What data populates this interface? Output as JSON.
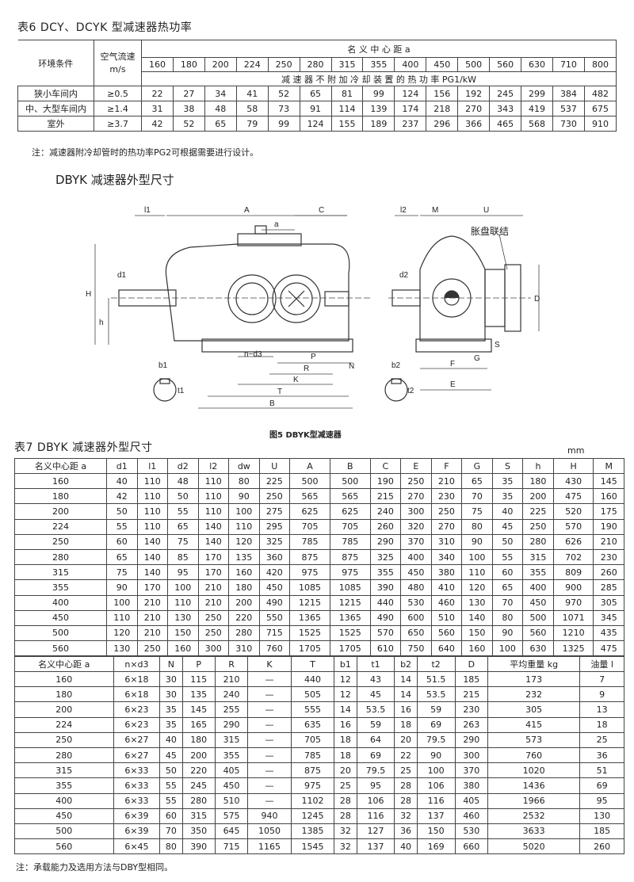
{
  "table6": {
    "title": "表6  DCY、DCYK 型减速器热功率",
    "h_env": "环境条件",
    "h_air": "空气流速",
    "h_air_unit": "m/s",
    "h_center": "名 义 中 心 距 a",
    "h_power": "减 速 器 不 附 加 冷 却 装 置 的 热 功 率 PG1/kW",
    "centers": [
      "160",
      "180",
      "200",
      "224",
      "250",
      "280",
      "315",
      "355",
      "400",
      "450",
      "500",
      "560",
      "630",
      "710",
      "800"
    ],
    "rows": [
      {
        "env": "狭小车间内",
        "air": "≥0.5",
        "vals": [
          "22",
          "27",
          "34",
          "41",
          "52",
          "65",
          "81",
          "99",
          "124",
          "156",
          "192",
          "245",
          "299",
          "384",
          "482"
        ]
      },
      {
        "env": "中、大型车间内",
        "air": "≥1.4",
        "vals": [
          "31",
          "38",
          "48",
          "58",
          "73",
          "91",
          "114",
          "139",
          "174",
          "218",
          "270",
          "343",
          "419",
          "537",
          "675"
        ]
      },
      {
        "env": "室外",
        "air": "≥3.7",
        "vals": [
          "42",
          "52",
          "65",
          "79",
          "99",
          "124",
          "155",
          "189",
          "237",
          "296",
          "366",
          "465",
          "568",
          "730",
          "910"
        ]
      }
    ],
    "note": "注：减速器附冷却管时的热功率PG2可根据需要进行设计。"
  },
  "section_title": "DBYK 减速器外型尺寸",
  "figure": {
    "caption": "图5   DBYK型减速器",
    "callout": "胀盘联结",
    "labels": {
      "l1": "l1",
      "A": "A",
      "C": "C",
      "a": "a",
      "H": "H",
      "h": "h",
      "d1": "d1",
      "nd3": "n−d3",
      "P": "P",
      "R": "R",
      "K": "K",
      "T": "T",
      "B": "B",
      "N": "N",
      "b1": "b1",
      "t1": "t1",
      "l2": "l2",
      "M": "M",
      "U": "U",
      "d2": "d2",
      "D": "D",
      "S": "S",
      "G": "G",
      "F": "F",
      "E": "E",
      "b2": "b2",
      "t2": "t2"
    }
  },
  "table7": {
    "title": "表7  DBYK 减速器外型尺寸",
    "unit": "mm",
    "headers1": [
      "名义中心距 a",
      "d1",
      "l1",
      "d2",
      "l2",
      "dw",
      "U",
      "A",
      "B",
      "C",
      "E",
      "F",
      "G",
      "S",
      "h",
      "H",
      "M"
    ],
    "rows1": [
      [
        "160",
        "40",
        "110",
        "48",
        "110",
        "80",
        "225",
        "500",
        "500",
        "190",
        "250",
        "210",
        "65",
        "35",
        "180",
        "430",
        "145"
      ],
      [
        "180",
        "42",
        "110",
        "50",
        "110",
        "90",
        "250",
        "565",
        "565",
        "215",
        "270",
        "230",
        "70",
        "35",
        "200",
        "475",
        "160"
      ],
      [
        "200",
        "50",
        "110",
        "55",
        "110",
        "100",
        "275",
        "625",
        "625",
        "240",
        "300",
        "250",
        "75",
        "40",
        "225",
        "520",
        "175"
      ],
      [
        "224",
        "55",
        "110",
        "65",
        "140",
        "110",
        "295",
        "705",
        "705",
        "260",
        "320",
        "270",
        "80",
        "45",
        "250",
        "570",
        "190"
      ],
      [
        "250",
        "60",
        "140",
        "75",
        "140",
        "120",
        "325",
        "785",
        "785",
        "290",
        "370",
        "310",
        "90",
        "50",
        "280",
        "626",
        "210"
      ],
      [
        "280",
        "65",
        "140",
        "85",
        "170",
        "135",
        "360",
        "875",
        "875",
        "325",
        "400",
        "340",
        "100",
        "55",
        "315",
        "702",
        "230"
      ],
      [
        "315",
        "75",
        "140",
        "95",
        "170",
        "160",
        "420",
        "975",
        "975",
        "355",
        "450",
        "380",
        "110",
        "60",
        "355",
        "809",
        "260"
      ],
      [
        "355",
        "90",
        "170",
        "100",
        "210",
        "180",
        "450",
        "1085",
        "1085",
        "390",
        "480",
        "410",
        "120",
        "65",
        "400",
        "900",
        "285"
      ],
      [
        "400",
        "100",
        "210",
        "110",
        "210",
        "200",
        "490",
        "1215",
        "1215",
        "440",
        "530",
        "460",
        "130",
        "70",
        "450",
        "970",
        "305"
      ],
      [
        "450",
        "110",
        "210",
        "130",
        "250",
        "220",
        "550",
        "1365",
        "1365",
        "490",
        "600",
        "510",
        "140",
        "80",
        "500",
        "1071",
        "345"
      ],
      [
        "500",
        "120",
        "210",
        "150",
        "250",
        "280",
        "715",
        "1525",
        "1525",
        "570",
        "650",
        "560",
        "150",
        "90",
        "560",
        "1210",
        "435"
      ],
      [
        "560",
        "130",
        "250",
        "160",
        "300",
        "310",
        "760",
        "1705",
        "1705",
        "610",
        "750",
        "640",
        "160",
        "100",
        "630",
        "1325",
        "475"
      ]
    ],
    "headers2": [
      "名义中心距 a",
      "n×d3",
      "N",
      "P",
      "R",
      "K",
      "T",
      "b1",
      "t1",
      "b2",
      "t2",
      "D",
      "平均重量 kg",
      "油量 l"
    ],
    "rows2": [
      [
        "160",
        "6×18",
        "30",
        "115",
        "210",
        "—",
        "440",
        "12",
        "43",
        "14",
        "51.5",
        "185",
        "173",
        "7"
      ],
      [
        "180",
        "6×18",
        "30",
        "135",
        "240",
        "—",
        "505",
        "12",
        "45",
        "14",
        "53.5",
        "215",
        "232",
        "9"
      ],
      [
        "200",
        "6×23",
        "35",
        "145",
        "255",
        "—",
        "555",
        "14",
        "53.5",
        "16",
        "59",
        "230",
        "305",
        "13"
      ],
      [
        "224",
        "6×23",
        "35",
        "165",
        "290",
        "—",
        "635",
        "16",
        "59",
        "18",
        "69",
        "263",
        "415",
        "18"
      ],
      [
        "250",
        "6×27",
        "40",
        "180",
        "315",
        "—",
        "705",
        "18",
        "64",
        "20",
        "79.5",
        "290",
        "573",
        "25"
      ],
      [
        "280",
        "6×27",
        "45",
        "200",
        "355",
        "—",
        "785",
        "18",
        "69",
        "22",
        "90",
        "300",
        "760",
        "36"
      ],
      [
        "315",
        "6×33",
        "50",
        "220",
        "405",
        "—",
        "875",
        "20",
        "79.5",
        "25",
        "100",
        "370",
        "1020",
        "51"
      ],
      [
        "355",
        "6×33",
        "55",
        "245",
        "450",
        "—",
        "975",
        "25",
        "95",
        "28",
        "106",
        "380",
        "1436",
        "69"
      ],
      [
        "400",
        "6×33",
        "55",
        "280",
        "510",
        "—",
        "1102",
        "28",
        "106",
        "28",
        "116",
        "405",
        "1966",
        "95"
      ],
      [
        "450",
        "6×39",
        "60",
        "315",
        "575",
        "940",
        "1245",
        "28",
        "116",
        "32",
        "137",
        "460",
        "2532",
        "130"
      ],
      [
        "500",
        "6×39",
        "70",
        "350",
        "645",
        "1050",
        "1385",
        "32",
        "127",
        "36",
        "150",
        "530",
        "3633",
        "185"
      ],
      [
        "560",
        "6×45",
        "80",
        "390",
        "715",
        "1165",
        "1545",
        "32",
        "137",
        "40",
        "169",
        "660",
        "5020",
        "260"
      ]
    ],
    "note": "注：承载能力及选用方法与DBY型相同。"
  }
}
